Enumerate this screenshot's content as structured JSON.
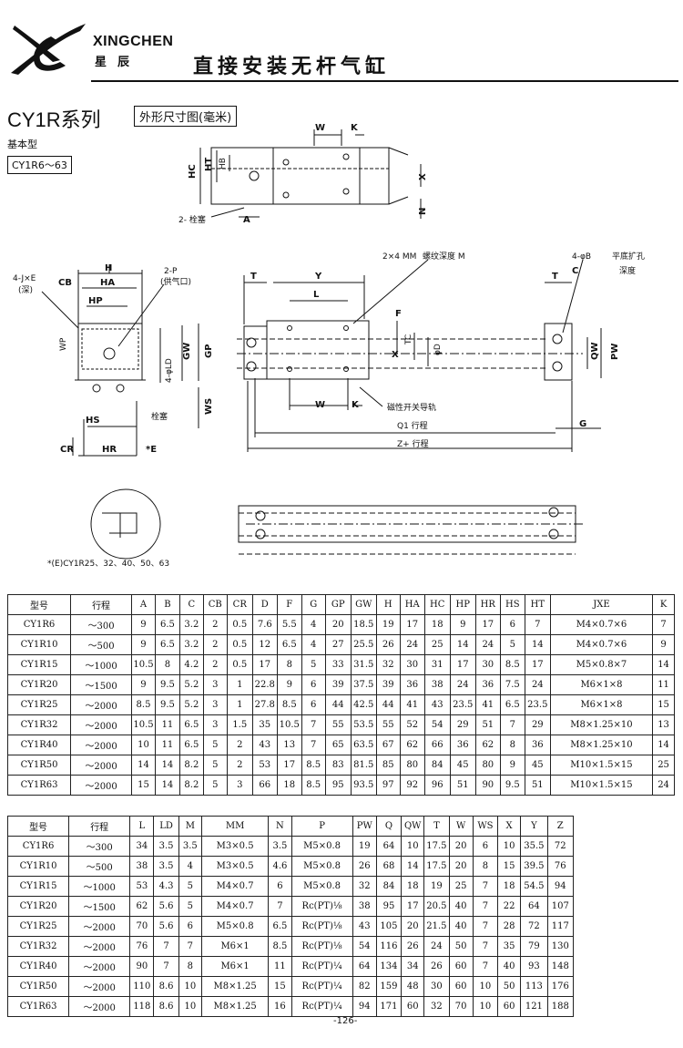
{
  "header": {
    "brand_en": "XINGCHEN",
    "brand_cn": "星辰",
    "title": "直接安装无杆气缸"
  },
  "series": {
    "title": "CY1R系列",
    "view_label": "外形尺寸图(毫米)",
    "basic_type": "基本型",
    "model_range": "CY1R6～63"
  },
  "drawing_labels": {
    "W": "W",
    "K": "K",
    "HC": "HC",
    "HT": "HT",
    "HB": "HB",
    "X": "X",
    "N": "N",
    "A": "A",
    "plug": "2- 栓塞",
    "JxE": "4-J×E",
    "deep": "(深)",
    "H": "H",
    "HA": "HA",
    "CB": "CB",
    "HP": "HP",
    "P": "2-P",
    "supply_port": "(供气口)",
    "WP": "WP",
    "LD": "4-φLD",
    "GW": "GW",
    "GP": "GP",
    "WS": "WS",
    "plug2": "栓塞",
    "HS": "HS",
    "CR": "CR",
    "HR": "HR",
    "E": "*E",
    "T": "T",
    "Y": "Y",
    "L": "L",
    "MM": "2×4 MM",
    "thread_depth": "螺纹深度 M",
    "F": "F",
    "TC": "TC",
    "phiD": "φD",
    "B": "4-φB",
    "counterbore": "平底扩孔",
    "C": "C",
    "depth": "深度",
    "QW": "QW",
    "PW": "PW",
    "switch_rail": "磁性开关导轨",
    "Q1": "Q1 行程",
    "Zplus": "Z+ 行程",
    "G": "G",
    "E_models": "*(E)CY1R25、32、40、50、63"
  },
  "table1": {
    "headers": [
      "型号",
      "行程",
      "A",
      "B",
      "C",
      "CB",
      "CR",
      "D",
      "F",
      "G",
      "GP",
      "GW",
      "H",
      "HA",
      "HC",
      "HP",
      "HR",
      "HS",
      "HT",
      "JXE",
      "K"
    ],
    "rows": [
      [
        "CY1R6",
        "～300",
        "9",
        "6.5",
        "3.2",
        "2",
        "0.5",
        "7.6",
        "5.5",
        "4",
        "20",
        "18.5",
        "19",
        "17",
        "18",
        "9",
        "17",
        "6",
        "7",
        "M4×0.7×6",
        "7"
      ],
      [
        "CY1R10",
        "～500",
        "9",
        "6.5",
        "3.2",
        "2",
        "0.5",
        "12",
        "6.5",
        "4",
        "27",
        "25.5",
        "26",
        "24",
        "25",
        "14",
        "24",
        "5",
        "14",
        "M4×0.7×6",
        "9"
      ],
      [
        "CY1R15",
        "～1000",
        "10.5",
        "8",
        "4.2",
        "2",
        "0.5",
        "17",
        "8",
        "5",
        "33",
        "31.5",
        "32",
        "30",
        "31",
        "17",
        "30",
        "8.5",
        "17",
        "M5×0.8×7",
        "14"
      ],
      [
        "CY1R20",
        "～1500",
        "9",
        "9.5",
        "5.2",
        "3",
        "1",
        "22.8",
        "9",
        "6",
        "39",
        "37.5",
        "39",
        "36",
        "38",
        "24",
        "36",
        "7.5",
        "24",
        "M6×1×8",
        "11"
      ],
      [
        "CY1R25",
        "～2000",
        "8.5",
        "9.5",
        "5.2",
        "3",
        "1",
        "27.8",
        "8.5",
        "6",
        "44",
        "42.5",
        "44",
        "41",
        "43",
        "23.5",
        "41",
        "6.5",
        "23.5",
        "M6×1×8",
        "15"
      ],
      [
        "CY1R32",
        "～2000",
        "10.5",
        "11",
        "6.5",
        "3",
        "1.5",
        "35",
        "10.5",
        "7",
        "55",
        "53.5",
        "55",
        "52",
        "54",
        "29",
        "51",
        "7",
        "29",
        "M8×1.25×10",
        "13"
      ],
      [
        "CY1R40",
        "～2000",
        "10",
        "11",
        "6.5",
        "5",
        "2",
        "43",
        "13",
        "7",
        "65",
        "63.5",
        "67",
        "62",
        "66",
        "36",
        "62",
        "8",
        "36",
        "M8×1.25×10",
        "14"
      ],
      [
        "CY1R50",
        "～2000",
        "14",
        "14",
        "8.2",
        "5",
        "2",
        "53",
        "17",
        "8.5",
        "83",
        "81.5",
        "85",
        "80",
        "84",
        "45",
        "80",
        "9",
        "45",
        "M10×1.5×15",
        "25"
      ],
      [
        "CY1R63",
        "～2000",
        "15",
        "14",
        "8.2",
        "5",
        "3",
        "66",
        "18",
        "8.5",
        "95",
        "93.5",
        "97",
        "92",
        "96",
        "51",
        "90",
        "9.5",
        "51",
        "M10×1.5×15",
        "24"
      ]
    ]
  },
  "table2": {
    "headers": [
      "型号",
      "行程",
      "L",
      "LD",
      "M",
      "MM",
      "N",
      "P",
      "PW",
      "Q",
      "QW",
      "T",
      "W",
      "WS",
      "X",
      "Y",
      "Z"
    ],
    "rows": [
      [
        "CY1R6",
        "～300",
        "34",
        "3.5",
        "3.5",
        "M3×0.5",
        "3.5",
        "M5×0.8",
        "19",
        "64",
        "10",
        "17.5",
        "20",
        "6",
        "10",
        "35.5",
        "72"
      ],
      [
        "CY1R10",
        "～500",
        "38",
        "3.5",
        "4",
        "M3×0.5",
        "4.6",
        "M5×0.8",
        "26",
        "68",
        "14",
        "17.5",
        "20",
        "8",
        "15",
        "39.5",
        "76"
      ],
      [
        "CY1R15",
        "～1000",
        "53",
        "4.3",
        "5",
        "M4×0.7",
        "6",
        "M5×0.8",
        "32",
        "84",
        "18",
        "19",
        "25",
        "7",
        "18",
        "54.5",
        "94"
      ],
      [
        "CY1R20",
        "～1500",
        "62",
        "5.6",
        "5",
        "M4×0.7",
        "7",
        "Rc(PT)⅛",
        "38",
        "95",
        "17",
        "20.5",
        "40",
        "7",
        "22",
        "64",
        "107"
      ],
      [
        "CY1R25",
        "～2000",
        "70",
        "5.6",
        "6",
        "M5×0.8",
        "6.5",
        "Rc(PT)⅛",
        "43",
        "105",
        "20",
        "21.5",
        "40",
        "7",
        "28",
        "72",
        "117"
      ],
      [
        "CY1R32",
        "～2000",
        "76",
        "7",
        "7",
        "M6×1",
        "8.5",
        "Rc(PT)⅛",
        "54",
        "116",
        "26",
        "24",
        "50",
        "7",
        "35",
        "79",
        "130"
      ],
      [
        "CY1R40",
        "～2000",
        "90",
        "7",
        "8",
        "M6×1",
        "11",
        "Rc(PT)¼",
        "64",
        "134",
        "34",
        "26",
        "60",
        "7",
        "40",
        "93",
        "148"
      ],
      [
        "CY1R50",
        "～2000",
        "110",
        "8.6",
        "10",
        "M8×1.25",
        "15",
        "Rc(PT)¼",
        "82",
        "159",
        "48",
        "30",
        "60",
        "10",
        "50",
        "113",
        "176"
      ],
      [
        "CY1R63",
        "～2000",
        "118",
        "8.6",
        "10",
        "M8×1.25",
        "16",
        "Rc(PT)¼",
        "94",
        "171",
        "60",
        "32",
        "70",
        "10",
        "60",
        "121",
        "188"
      ]
    ]
  },
  "page": {
    "number": "-126-"
  }
}
